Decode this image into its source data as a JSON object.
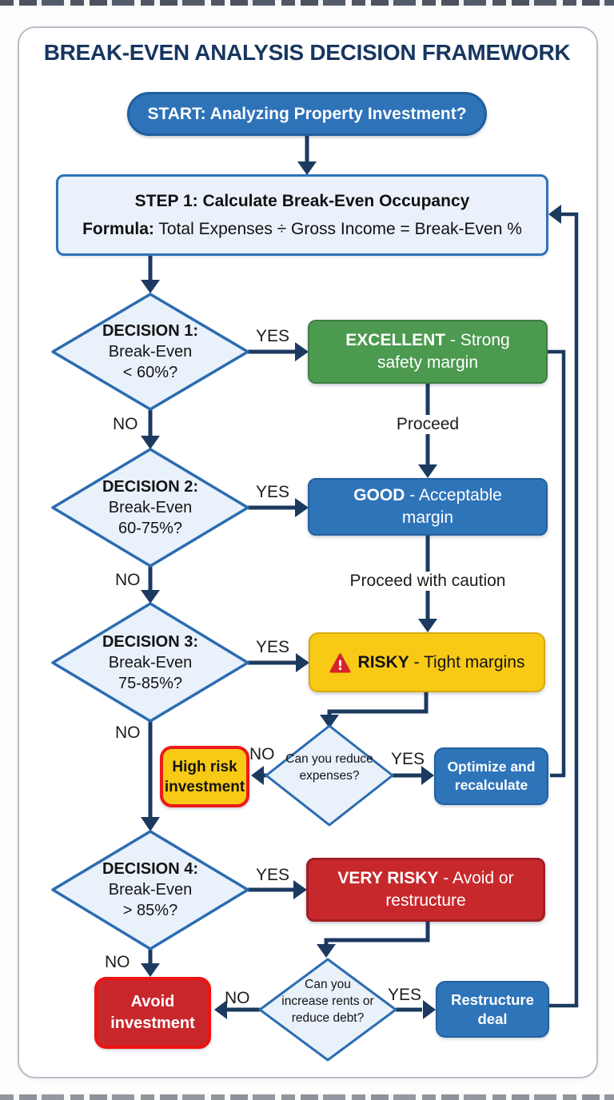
{
  "title": "BREAK-EVEN ANALYSIS DECISION FRAMEWORK",
  "nodes": {
    "start": {
      "label": "START: Analyzing Property Investment?"
    },
    "step1": {
      "title": "STEP 1: Calculate Break-Even Occupancy",
      "formula_label": "Formula:",
      "formula_rest": "Total Expenses ÷ Gross Income = Break-Even %"
    },
    "decision1": {
      "title": "DECISION 1:",
      "line1": "Break-Even",
      "line2": "< 60%?"
    },
    "decision2": {
      "title": "DECISION 2:",
      "line1": "Break-Even",
      "line2": "60-75%?"
    },
    "decision3": {
      "title": "DECISION 3:",
      "line1": "Break-Even",
      "line2": "75-85%?"
    },
    "decision4": {
      "title": "DECISION 4:",
      "line1": "Break-Even",
      "line2": "> 85%?"
    },
    "excellent": {
      "keyword": "EXCELLENT",
      "rest": "- Strong safety margin"
    },
    "good": {
      "keyword": "GOOD",
      "rest": "- Acceptable margin"
    },
    "risky": {
      "keyword": "RISKY",
      "rest": "- Tight margins"
    },
    "very_risky": {
      "keyword": "VERY RISKY",
      "rest": "- Avoid or restructure"
    },
    "high_risk": {
      "label": "High risk investment"
    },
    "optimize": {
      "label": "Optimize and recalculate"
    },
    "avoid": {
      "label": "Avoid investment"
    },
    "restructure": {
      "label": "Restructure deal"
    },
    "reduce_expenses": {
      "label": "Can you reduce expenses?"
    },
    "increase_rents": {
      "label": "Can you increase rents or reduce debt?"
    }
  },
  "labels": {
    "yes": "YES",
    "no": "NO",
    "proceed": "Proceed",
    "proceed_with_caution": "Proceed with caution"
  },
  "colors": {
    "navy_line": "#1c3a60",
    "navy_title": "#16365f",
    "blue_fill": "#2e74b9",
    "blue_border": "#235f9e",
    "light_blue_fill": "#eaf1fb",
    "diamond_border": "#2b6cb0",
    "green_fill": "#4c9950",
    "green_border": "#3e7f44",
    "yellow_fill": "#f8ca16",
    "yellow_border": "#d9a90e",
    "red_fill": "#c7282c",
    "red_border": "#a21e22",
    "bright_red_border": "#ee1a1a",
    "card_border": "#b7bdc8"
  }
}
